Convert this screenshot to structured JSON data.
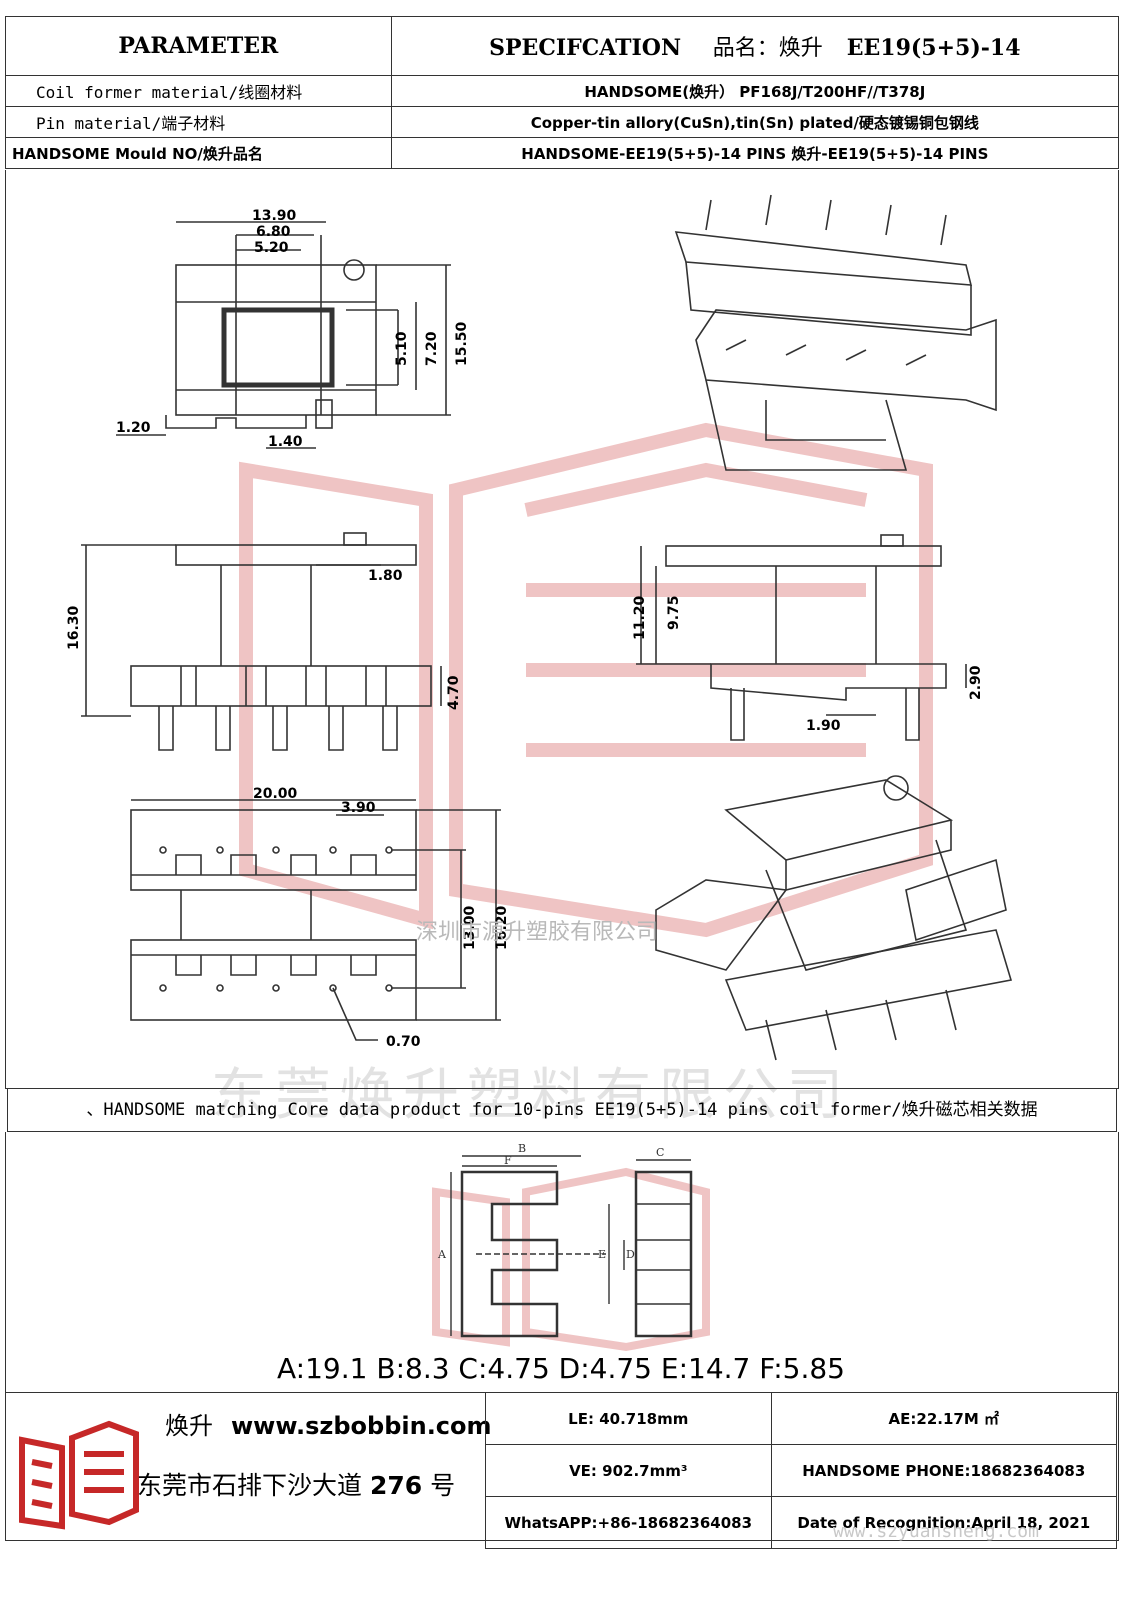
{
  "header": {
    "parameter": "PARAMETER",
    "specification": "SPECIFCATION",
    "product_name_label": "品名：焕升",
    "product_name": "EE19(5+5)-14"
  },
  "rows": [
    {
      "key": "Coil former material/线圈材料",
      "value": "HANDSOME(焕升）  PF168J/T200HF//T378J"
    },
    {
      "key": "Pin material/端子材料",
      "value": "Copper-tin allory(CuSn),tin(Sn) plated/硬态镀锡铜包钢线"
    },
    {
      "key": "HANDSOME Mould NO/焕升品名",
      "value": "HANDSOME-EE19(5+5)-14 PINS    焕升-EE19(5+5)-14 PINS"
    }
  ],
  "dimensions": {
    "A": "13.90",
    "B": "6.80",
    "C": "5.20",
    "D": "5.10",
    "E": "7.20",
    "F": "15.50",
    "H": "1.20",
    "G": "1.40",
    "J": "1.80",
    "I": "16.30",
    "K": "4.70",
    "L": "11.20",
    "M": "9.75",
    "N": "2.90",
    "O": "1.90",
    "P": "20.00",
    "Q": "3.90",
    "R": "13.00",
    "S": "16.20",
    "T": "0.70"
  },
  "watermarks": {
    "company_small": "深圳市源升塑胶有限公司",
    "company_large": "东莞焕升塑料有限公司",
    "url": "www.szyuansheng.com"
  },
  "core": {
    "title": "、HANDSOME matching Core data  product for 10-pins EE19(5+5)-14 pins coil former/焕升磁芯相关数据",
    "labels": {
      "A": "A",
      "B": "B",
      "C": "C",
      "D": "D",
      "E": "E",
      "F": "F"
    },
    "values": "A:19.1 B:8.3 C:4.75 D:4.75 E:14.7 F:5.85"
  },
  "footer": {
    "brand": "焕升",
    "website": "www.szbobbin.com",
    "address_prefix": "东莞市石排下沙大道",
    "address_number": "276",
    "address_suffix": "号",
    "le": "LE: 40.718mm",
    "ae": "AE:22.17M ㎡",
    "ve": "VE: 902.7mm³",
    "phone": "HANDSOME PHONE:18682364083",
    "whatsapp": "WhatsAPP:+86-18682364083",
    "date": "Date of Recognition:April 18, 2021"
  },
  "colors": {
    "line": "#333333",
    "watermark_red": "#e8b8b8"
  }
}
